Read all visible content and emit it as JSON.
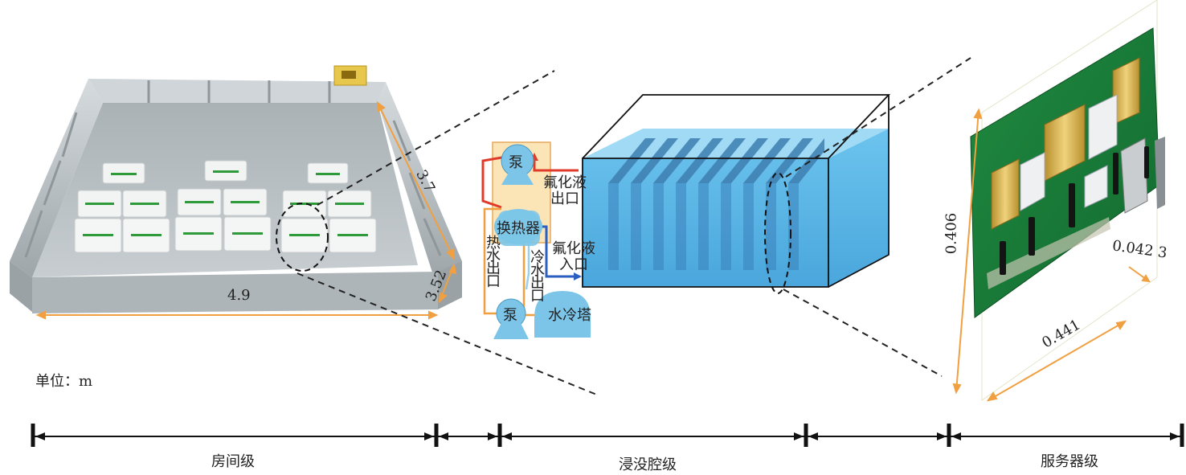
{
  "room": {
    "dim_width": "4.9",
    "dim_depth": "3.7",
    "dim_height": "3.52",
    "unit_note": "单位：m",
    "scale_label": "房间级"
  },
  "cooling_loop": {
    "pump_top": "泵",
    "pump_bottom": "泵",
    "heat_exchanger": "换热器",
    "fluoride_outlet": "氟化液出口",
    "fluoride_inlet": "氟化液入口",
    "hot_water_outlet": "热水出口",
    "cold_water_outlet": "冷水出口",
    "cooling_tower": "水冷塔"
  },
  "tank": {
    "scale_label": "浸没腔级"
  },
  "server": {
    "dim_height": "0.406",
    "dim_length": "0.441",
    "dim_thickness": "0.042 3",
    "scale_label": "服务器级"
  },
  "colors": {
    "accent_orange": "#f0a040",
    "hot_pipe": "#e03a2a",
    "cold_pipe": "#2b5fc2",
    "liquid": "#5ab8e8",
    "equipment": "#7cc5e8",
    "pcb": "#1a7a3a",
    "heatsink": "#d9b45a",
    "wall": "#b9c0c4"
  }
}
